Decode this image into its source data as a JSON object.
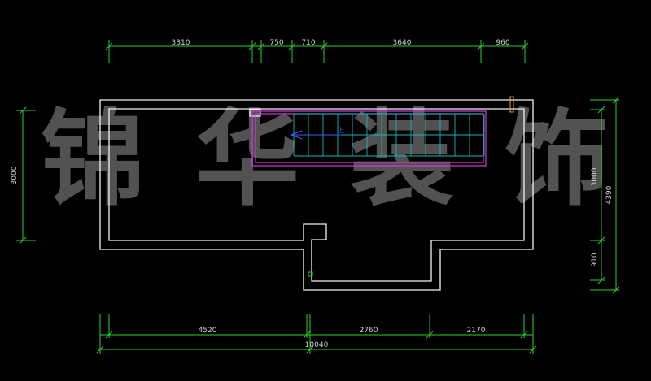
{
  "drawing": {
    "background": "#000000",
    "colors": {
      "dimension_line": "#2bd12b",
      "dimension_text": "#cfd1d3",
      "wall": "#f2f2f2",
      "stair": "#19b6b6",
      "stair_rail": "#d43ad4",
      "stair_arrow": "#3a5cff",
      "watermark": "#969696"
    }
  },
  "watermark": {
    "chars": [
      "锦",
      "华",
      "装",
      "饰"
    ]
  },
  "dimensions": {
    "top": [
      "3310",
      "750",
      "710",
      "3640",
      "960"
    ],
    "bottom_segments": [
      "4520",
      "2760",
      "2170"
    ],
    "bottom_total": "10040",
    "left": "3000",
    "right_segments": [
      "3000",
      "910"
    ],
    "right_total": "4390"
  },
  "stair": {
    "up_label": "上"
  }
}
